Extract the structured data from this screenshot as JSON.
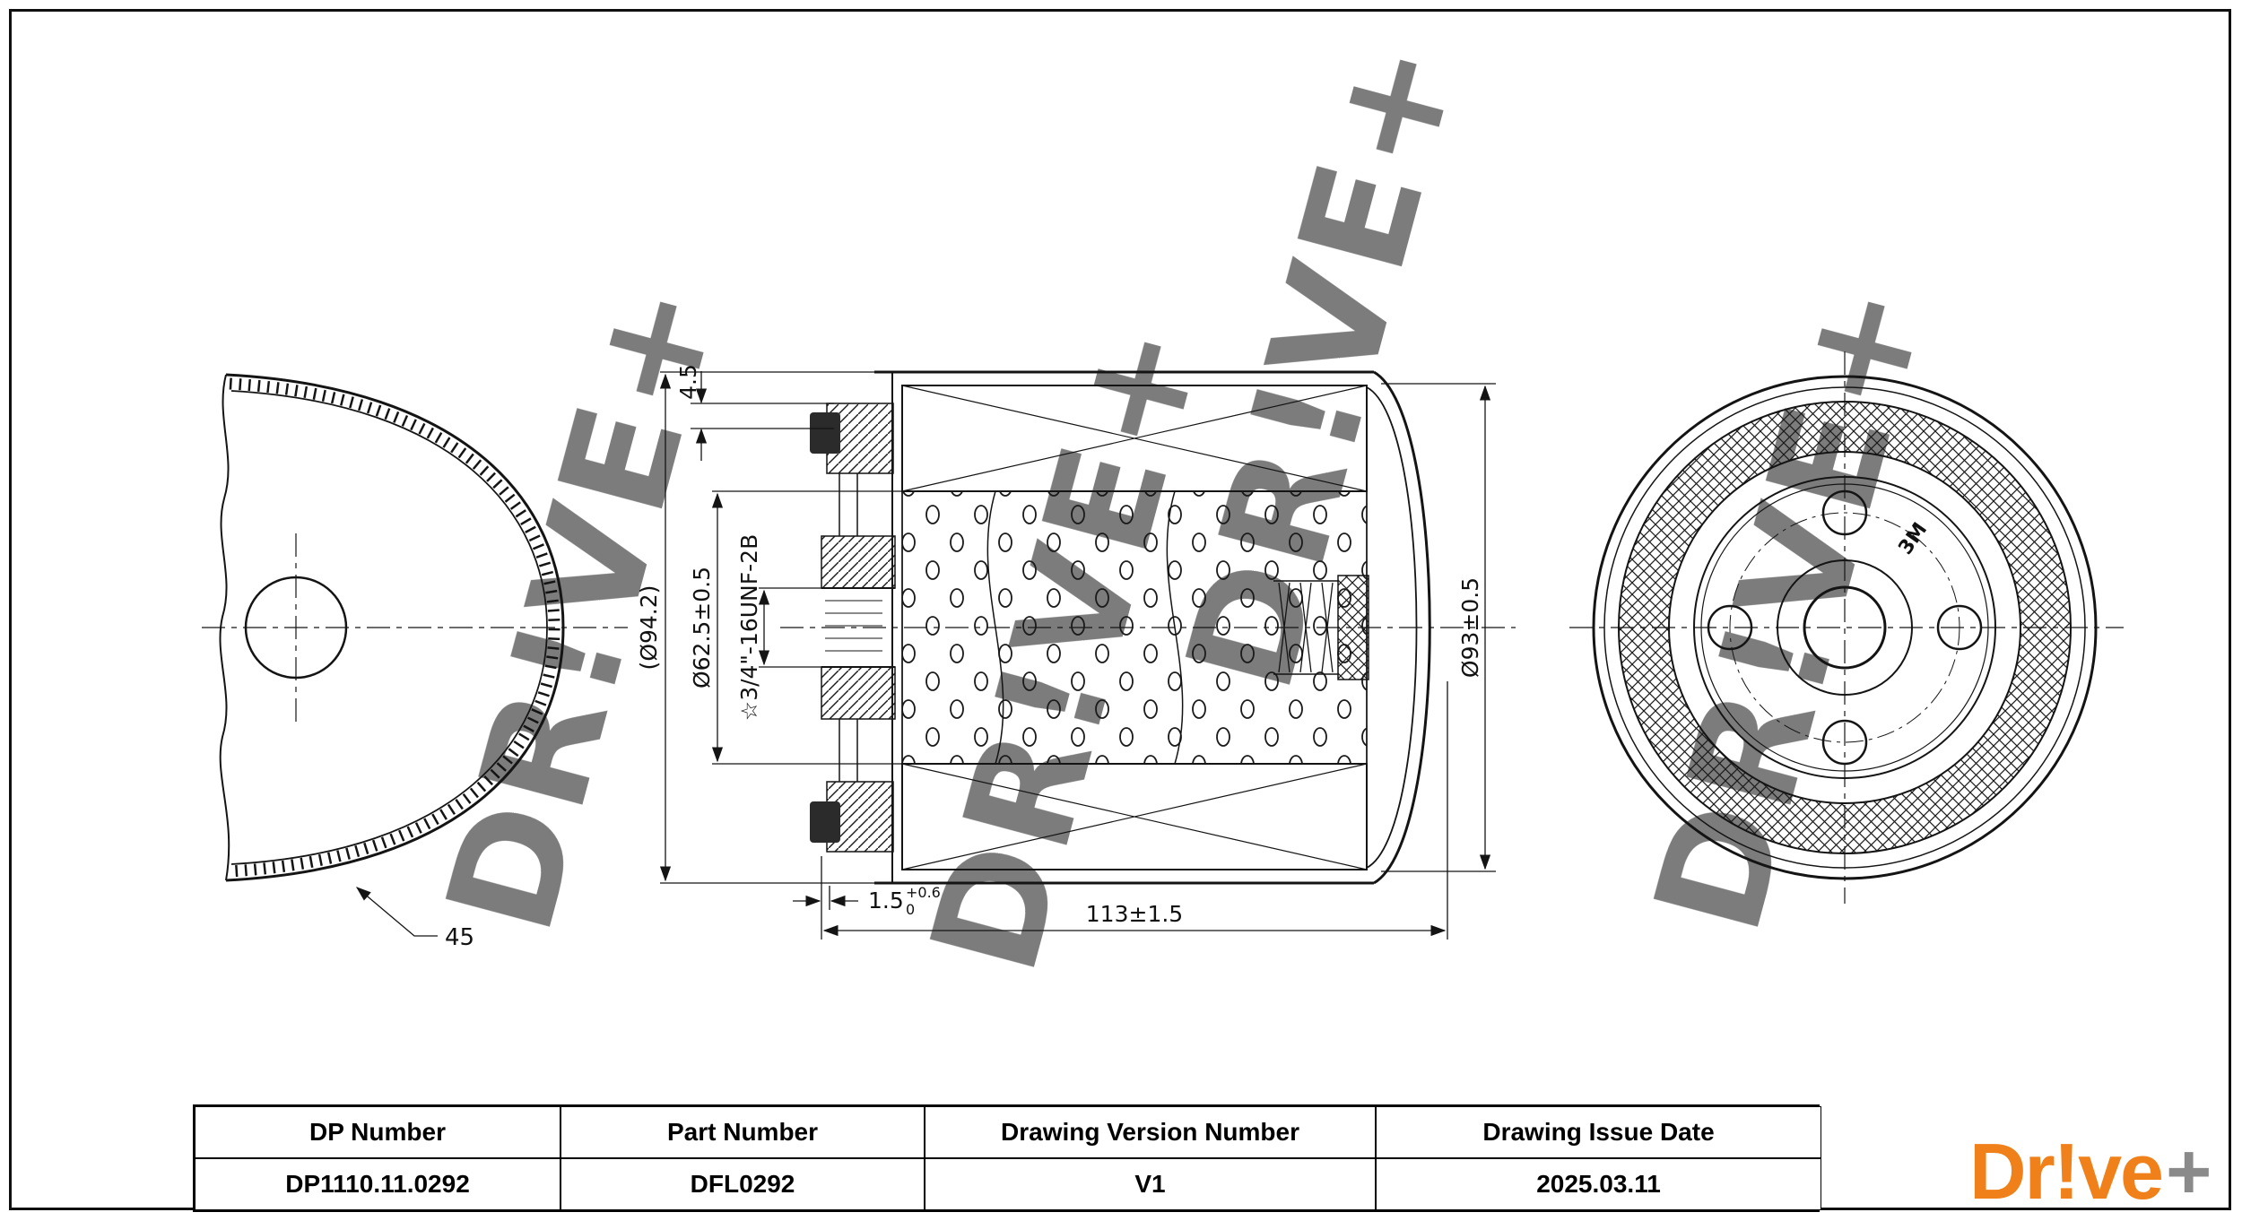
{
  "watermark": {
    "text": "DR!VE+"
  },
  "left_view": {
    "radius_label": "45"
  },
  "section_view": {
    "dim_flange": "4.5",
    "dim_outer": "(Ø94.2)",
    "dim_element": "Ø62.5±0.5",
    "dim_thread": "☆3/4\"-16UNF-2B",
    "dim_shell": "Ø93±0.5",
    "dim_gap": "1.5",
    "dim_gap_tol_upper": "+0.6",
    "dim_gap_tol_lower": "0",
    "dim_length": "113±1.5"
  },
  "end_view": {
    "mold_mark": "3M"
  },
  "title_block": {
    "headers": [
      "DP Number",
      "Part Number",
      "Drawing Version Number",
      "Drawing Issue Date"
    ],
    "values": [
      "DP1110.11.0292",
      "DFL0292",
      "V1",
      "2025.03.11"
    ]
  },
  "logo": {
    "name": "Dr!ve",
    "plus": "+",
    "color": "#F08019"
  }
}
